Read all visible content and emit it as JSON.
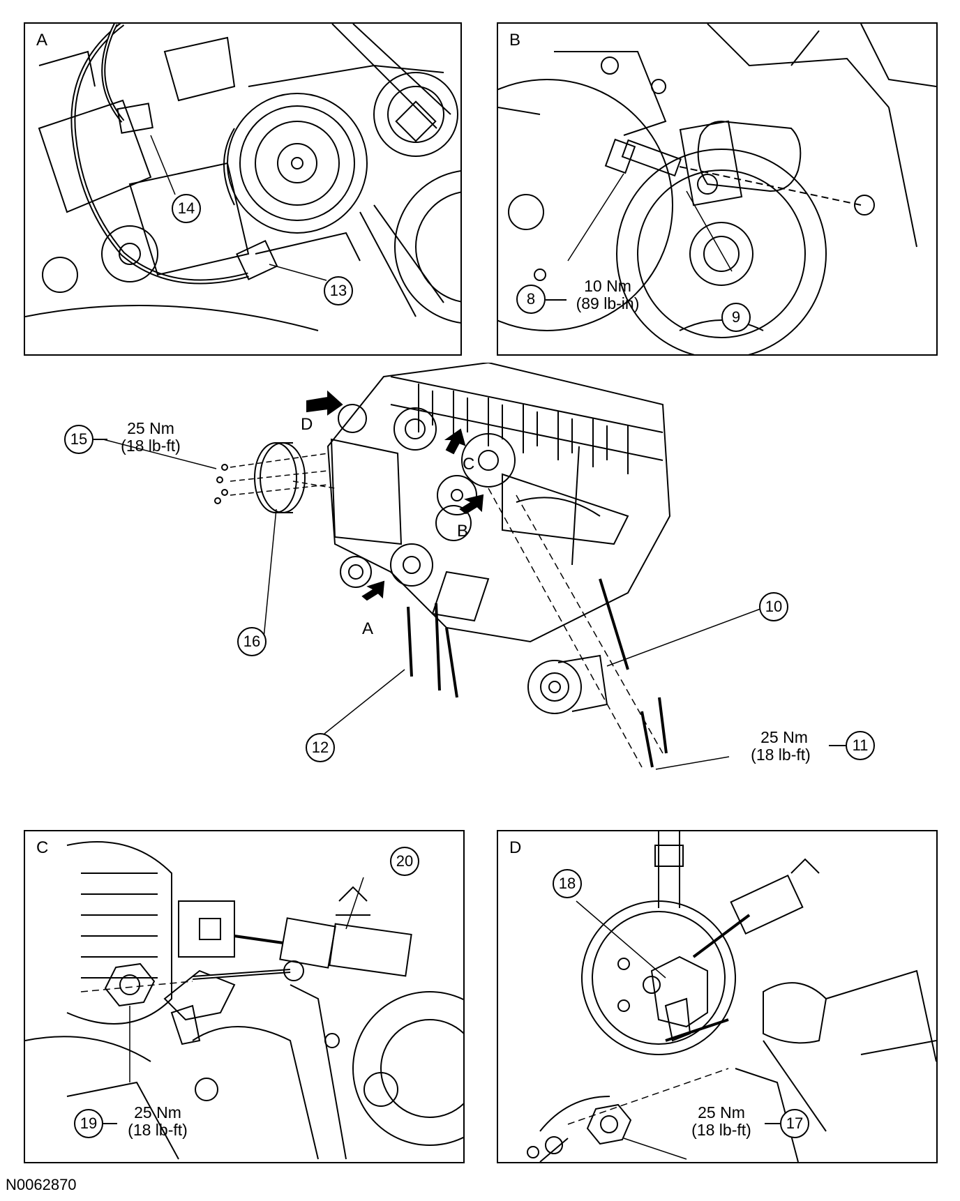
{
  "panels": {
    "A": {
      "letter": "A",
      "callouts": {
        "c14": "14",
        "c13": "13"
      }
    },
    "B": {
      "letter": "B",
      "callouts": {
        "c8": "8",
        "c9": "9"
      },
      "torque": {
        "nm": "10 Nm",
        "imp": "(89 lb-in)"
      }
    },
    "C": {
      "letter": "C",
      "callouts": {
        "c19": "19",
        "c20": "20"
      },
      "torque": {
        "nm": "25 Nm",
        "imp": "(18 lb-ft)"
      }
    },
    "D": {
      "letter": "D",
      "callouts": {
        "c18": "18",
        "c17": "17"
      },
      "torque": {
        "nm": "25 Nm",
        "imp": "(18 lb-ft)"
      }
    }
  },
  "main": {
    "callouts": {
      "c15": "15",
      "c16": "16",
      "c12": "12",
      "c10": "10",
      "c11": "11"
    },
    "torque15": {
      "nm": "25 Nm",
      "imp": "(18 lb-ft)"
    },
    "torque11": {
      "nm": "25 Nm",
      "imp": "(18 lb-ft)"
    },
    "view_arrows": {
      "A": "A",
      "B": "B",
      "C": "C",
      "D": "D"
    }
  },
  "document_code": "N0062870"
}
